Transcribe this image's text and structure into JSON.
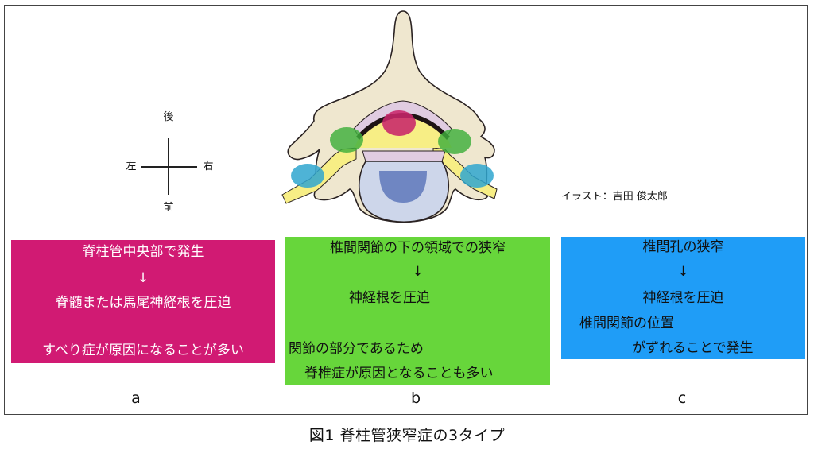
{
  "figure": {
    "caption": "図1 脊柱管狭窄症の3タイプ",
    "credit": "イラスト：吉田 俊太郎"
  },
  "compass": {
    "top": "後",
    "left": "左",
    "right": "右",
    "bottom": "前"
  },
  "illustration": {
    "subject": "vertebra-cross-section",
    "colors": {
      "bone": "#EFE7CF",
      "ligament": "#E0CCE1",
      "nerve": "#F7EE85",
      "disc": "#CDD6EA",
      "nucleus": "#6F86C2",
      "outline": "#2A2222",
      "region_a": "#C8266A",
      "region_b": "#3EAE3A",
      "region_c": "#2FA6CF"
    }
  },
  "panels": [
    {
      "id": "a",
      "label": "a",
      "color": "#D11A73",
      "lines": [
        "脊柱管中央部で発生",
        "↓",
        "脊髄または馬尾神経根を圧迫",
        "すべり症が原因になることが多い"
      ]
    },
    {
      "id": "b",
      "label": "b",
      "color": "#67D63B",
      "lines": [
        "椎間関節の下の領域での狭窄",
        "↓",
        "神経根を圧迫",
        "関節の部分であるため",
        "脊椎症が原因となることも多い"
      ]
    },
    {
      "id": "c",
      "label": "c",
      "color": "#1F9DF7",
      "lines": [
        "椎間孔の狭窄",
        "↓",
        "神経根を圧迫",
        "椎間関節の位置",
        "がずれることで発生"
      ]
    }
  ]
}
